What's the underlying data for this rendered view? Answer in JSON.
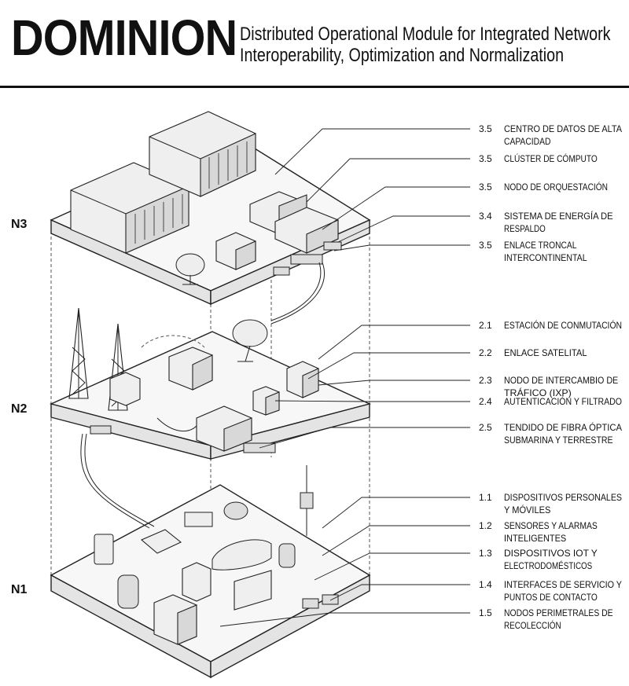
{
  "header": {
    "brand": "DOMINION",
    "subtitle_line1": "Distributed Operational Module for Integrated Network",
    "subtitle_line2": "Interoperability, Optimization and Normalization"
  },
  "levels": {
    "n3": "N3",
    "n2": "N2",
    "n1": "N1"
  },
  "legend": [
    {
      "num": "3.5",
      "lines": [
        "CENTRO DE DATOS DE ALTA",
        "CAPACIDAD"
      ]
    },
    {
      "num": "3.5",
      "lines": [
        "CLÚSTER DE CÓMPUTO"
      ]
    },
    {
      "num": "3.5",
      "lines": [
        "NODO DE ORQUESTACIÓN"
      ]
    },
    {
      "num": "3.4",
      "lines": [
        "SISTEMA DE ENERGÍA DE",
        "RESPALDO"
      ]
    },
    {
      "num": "3.5",
      "lines": [
        "ENLACE TRONCAL",
        "INTERCONTINENTAL"
      ]
    },
    {
      "num": "2.1",
      "lines": [
        "ESTACIÓN DE CONMUTACIÓN"
      ]
    },
    {
      "num": "2.2",
      "lines": [
        "ENLACE SATELITAL"
      ]
    },
    {
      "num": "2.3",
      "lines": [
        "NODO DE INTERCAMBIO DE",
        "TRÁFICO (IXP)"
      ]
    },
    {
      "num": "2.4",
      "lines": [
        "AUTENTICACIÓN Y FILTRADO"
      ]
    },
    {
      "num": "2.5",
      "lines": [
        "TENDIDO DE FIBRA ÓPTICA",
        "SUBMARINA Y TERRESTRE"
      ]
    },
    {
      "num": "1.1",
      "lines": [
        "DISPOSITIVOS PERSONALES",
        "Y MÓVILES"
      ]
    },
    {
      "num": "1.2",
      "lines": [
        "SENSORES Y ALARMAS",
        "INTELIGENTES"
      ]
    },
    {
      "num": "1.3",
      "lines": [
        "DISPOSITIVOS IOT Y",
        "ELECTRODOMÉSTICOS"
      ]
    },
    {
      "num": "1.4",
      "lines": [
        "INTERFACES DE SERVICIO Y",
        "PUNTOS DE CONTACTO"
      ]
    },
    {
      "num": "1.5",
      "lines": [
        "NODOS PERIMETRALES DE",
        "RECOLECCIÓN"
      ]
    }
  ]
}
